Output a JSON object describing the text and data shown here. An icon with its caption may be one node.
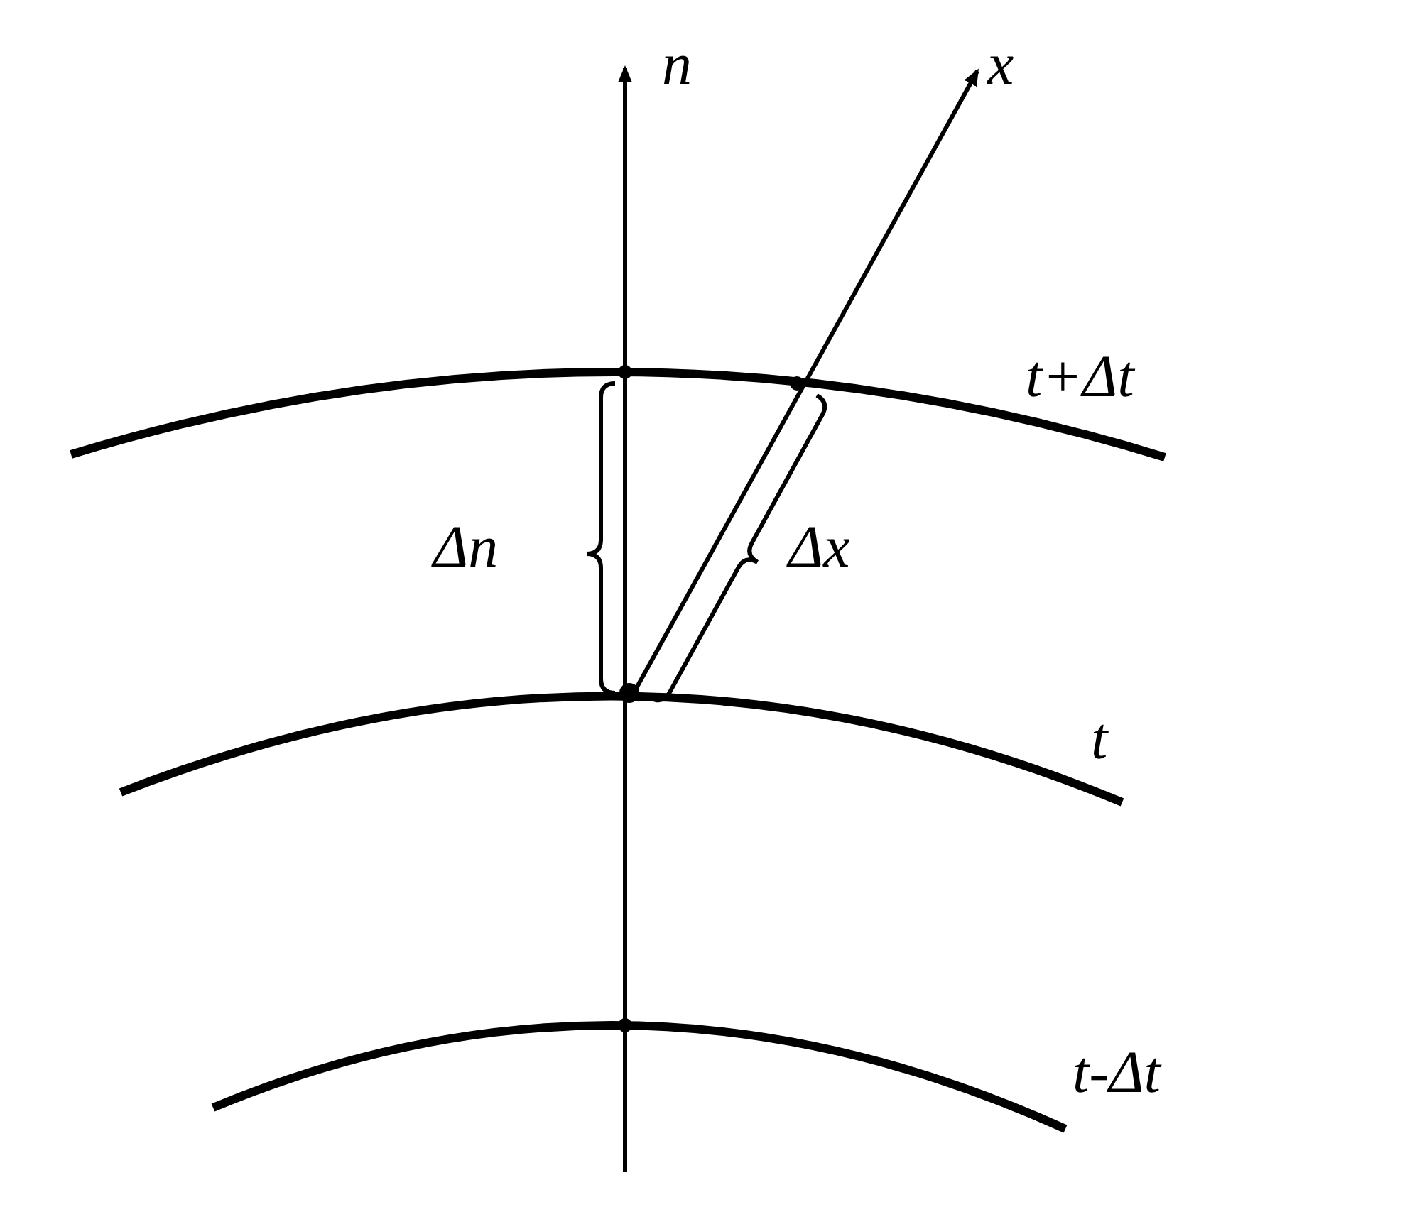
{
  "diagram": {
    "labels": [
      "n",
      "x",
      "t+Δt",
      "Δn",
      "Δx",
      "t",
      "t-Δt"
    ]
  }
}
